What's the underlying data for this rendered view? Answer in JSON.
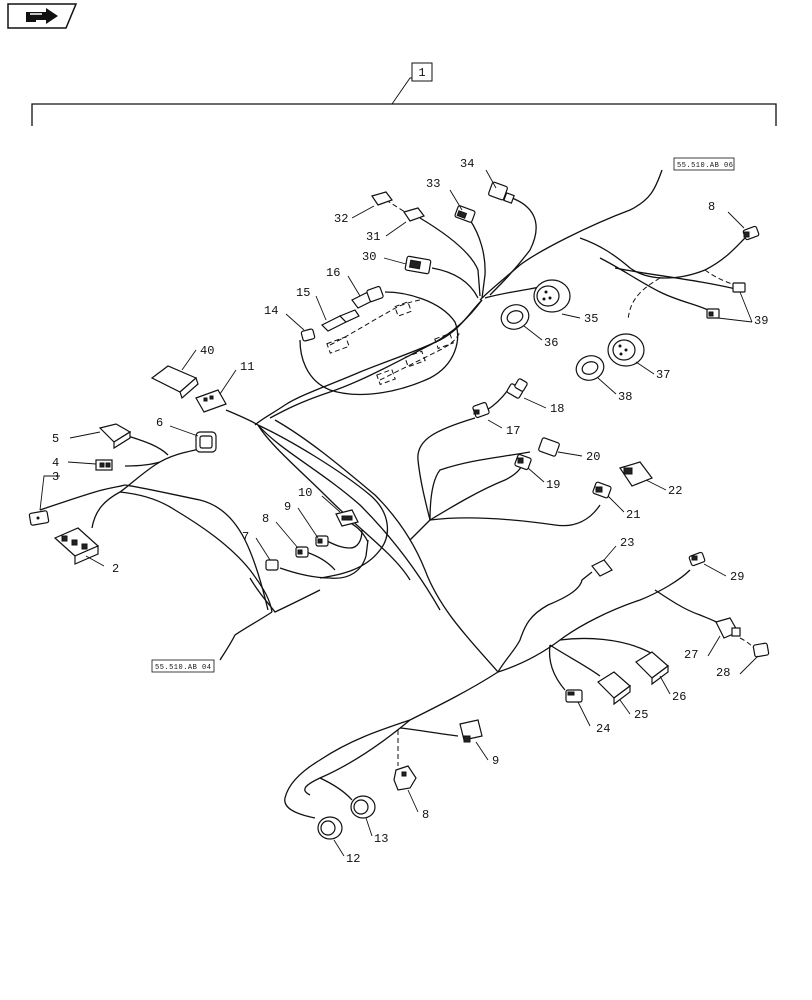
{
  "nav": {
    "icon": "back-arrow-icon"
  },
  "assembly_label": "1",
  "refs": {
    "top": "55.510.AB 06",
    "left": "55.510.AB 04"
  },
  "callouts": {
    "c2": "2",
    "c3": "3",
    "c4": "4",
    "c5": "5",
    "c6": "6",
    "c7": "7",
    "c8a": "8",
    "c8b": "8",
    "c8c": "8",
    "c9a": "9",
    "c9b": "9",
    "c10": "10",
    "c11": "11",
    "c12": "12",
    "c13": "13",
    "c14": "14",
    "c15": "15",
    "c16": "16",
    "c17": "17",
    "c18": "18",
    "c19": "19",
    "c20": "20",
    "c21": "21",
    "c22": "22",
    "c23": "23",
    "c24": "24",
    "c25": "25",
    "c26": "26",
    "c27": "27",
    "c28": "28",
    "c29": "29",
    "c30": "30",
    "c31": "31",
    "c32": "32",
    "c33": "33",
    "c34": "34",
    "c35": "35",
    "c36": "36",
    "c37": "37",
    "c38": "38",
    "c39": "39",
    "c40": "40"
  }
}
